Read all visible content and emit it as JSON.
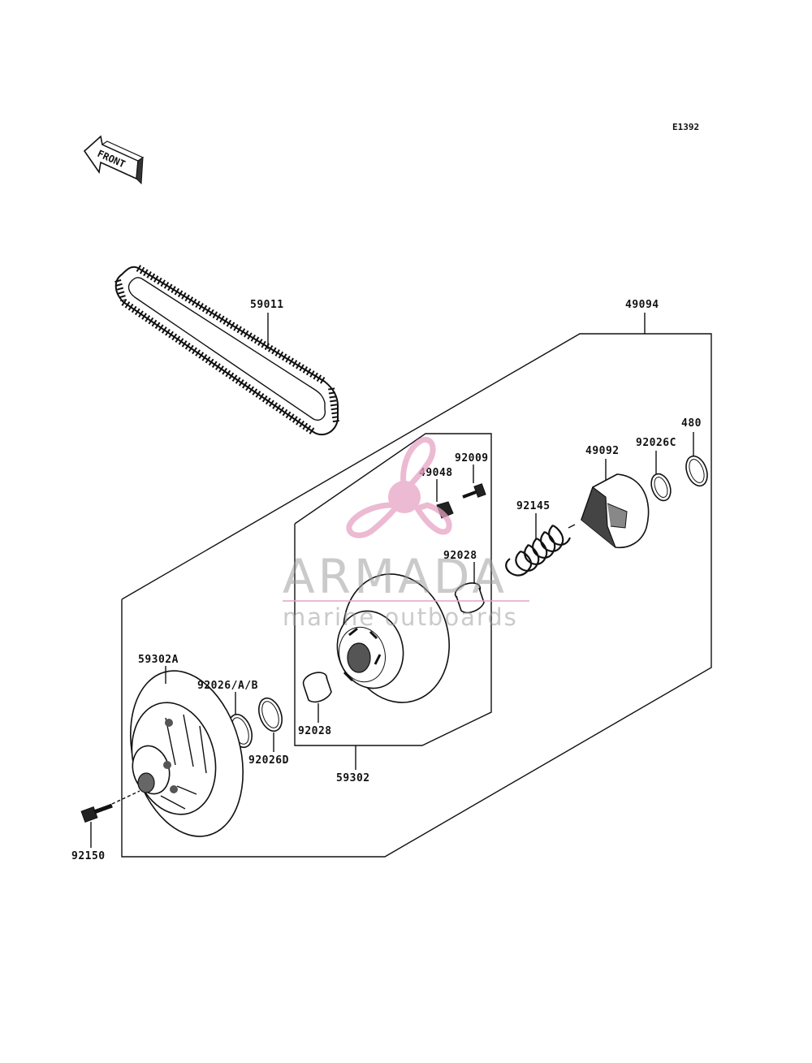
{
  "drawing_code": "E1392",
  "front_indicator": "FRONT",
  "watermark": {
    "name": "ARMADA",
    "tagline": "marine outboards",
    "accent_color": "#e6a3c3"
  },
  "parts": {
    "p59011": "59011",
    "p49094": "49094",
    "p480": "480",
    "p92026C": "92026C",
    "p49092": "49092",
    "p92009": "92009",
    "p49048": "49048",
    "p92145": "92145",
    "p92028_top": "92028",
    "p59302A": "59302A",
    "p92026AB": "92026/A/B",
    "p92026D": "92026D",
    "p92028_bottom": "92028",
    "p59302": "59302",
    "p92150": "92150"
  }
}
